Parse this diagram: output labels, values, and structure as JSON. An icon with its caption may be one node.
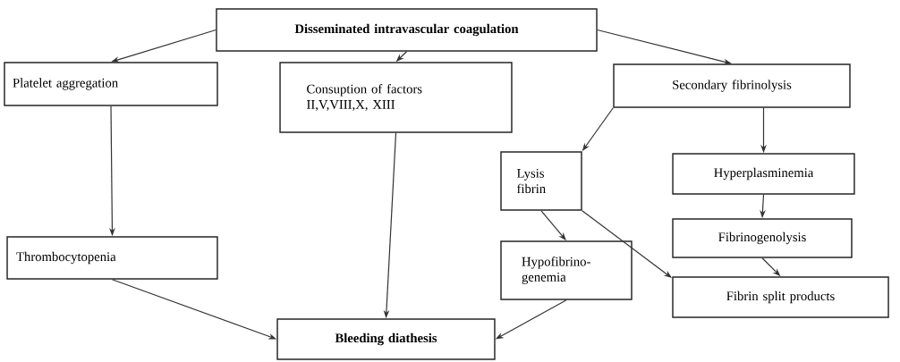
{
  "diagram": {
    "nodes": [
      {
        "text": [
          "Disseminated intravascular coagulation"
        ]
      },
      {
        "text": [
          "Platelet aggregation"
        ]
      },
      {
        "text": [
          "Consuption of factors II,V,VIII,X, XIII"
        ]
      },
      {
        "text": [
          "Secondary fibrinolysis"
        ]
      },
      {
        "text": [
          "Lysis fibrin"
        ]
      },
      {
        "text": [
          "Hyperplasminemia"
        ]
      },
      {
        "text": [
          "Fibrinogenolysis"
        ]
      },
      {
        "text": [
          "Hypofibrino- genemia"
        ]
      },
      {
        "text": [
          "Fibrin split products"
        ]
      },
      {
        "text": [
          "Thrombocytopenia"
        ]
      },
      {
        "text": [
          "Bleeding diathesis"
        ]
      }
    ],
    "edges": [
      {
        "from": 0,
        "to": 1,
        "arrow": "to"
      },
      {
        "from": 0,
        "to": 2,
        "arrow": "to"
      },
      {
        "from": 0,
        "to": 3,
        "arrow": "to"
      },
      {
        "from": 1,
        "to": 9,
        "arrow": "to"
      },
      {
        "from": 2,
        "to": 10,
        "arrow": "to"
      },
      {
        "from": 3,
        "to": 4,
        "arrow": "to"
      },
      {
        "from": 3,
        "to": 5,
        "arrow": "to"
      },
      {
        "from": 5,
        "to": 6,
        "arrow": "to"
      },
      {
        "from": 6,
        "to": 8,
        "arrow": "to"
      },
      {
        "from": 4,
        "to": 7,
        "arrow": "to"
      },
      {
        "from": 4,
        "to": 8,
        "arrow": "to"
      },
      {
        "from": 9,
        "to": 10,
        "arrow": "to"
      },
      {
        "from": 7,
        "to": 10,
        "arrow": "to"
      }
    ]
  }
}
